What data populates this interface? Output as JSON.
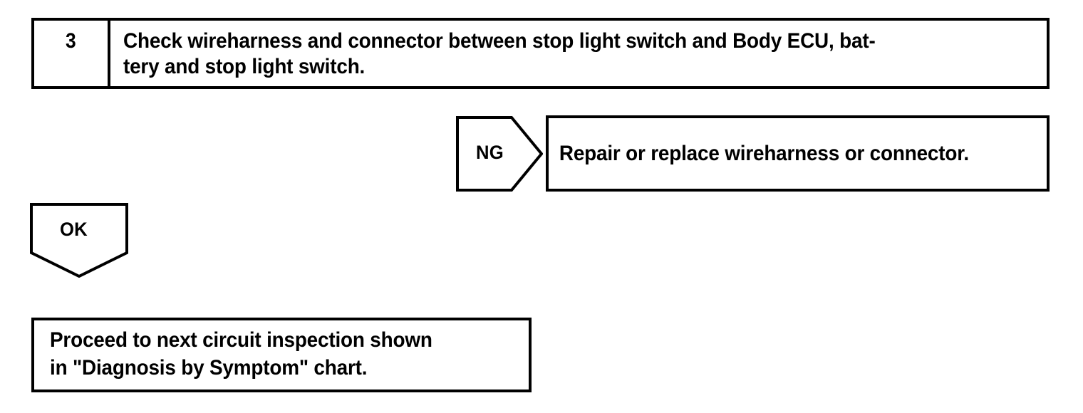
{
  "document": {
    "type": "troubleshooting-flowchart",
    "ink_color": "#000000",
    "background_color": "#ffffff"
  },
  "step": {
    "number": "3",
    "instruction": "Check wireharness and connector between stop light switch and Body ECU, bat-\ntery and stop light switch."
  },
  "branches": {
    "ng": {
      "label": "NG",
      "result": "Repair or replace wireharness or connector."
    },
    "ok": {
      "label": "OK",
      "result": "Proceed to next circuit inspection shown\nin \"Diagnosis by Symptom\" chart."
    }
  }
}
